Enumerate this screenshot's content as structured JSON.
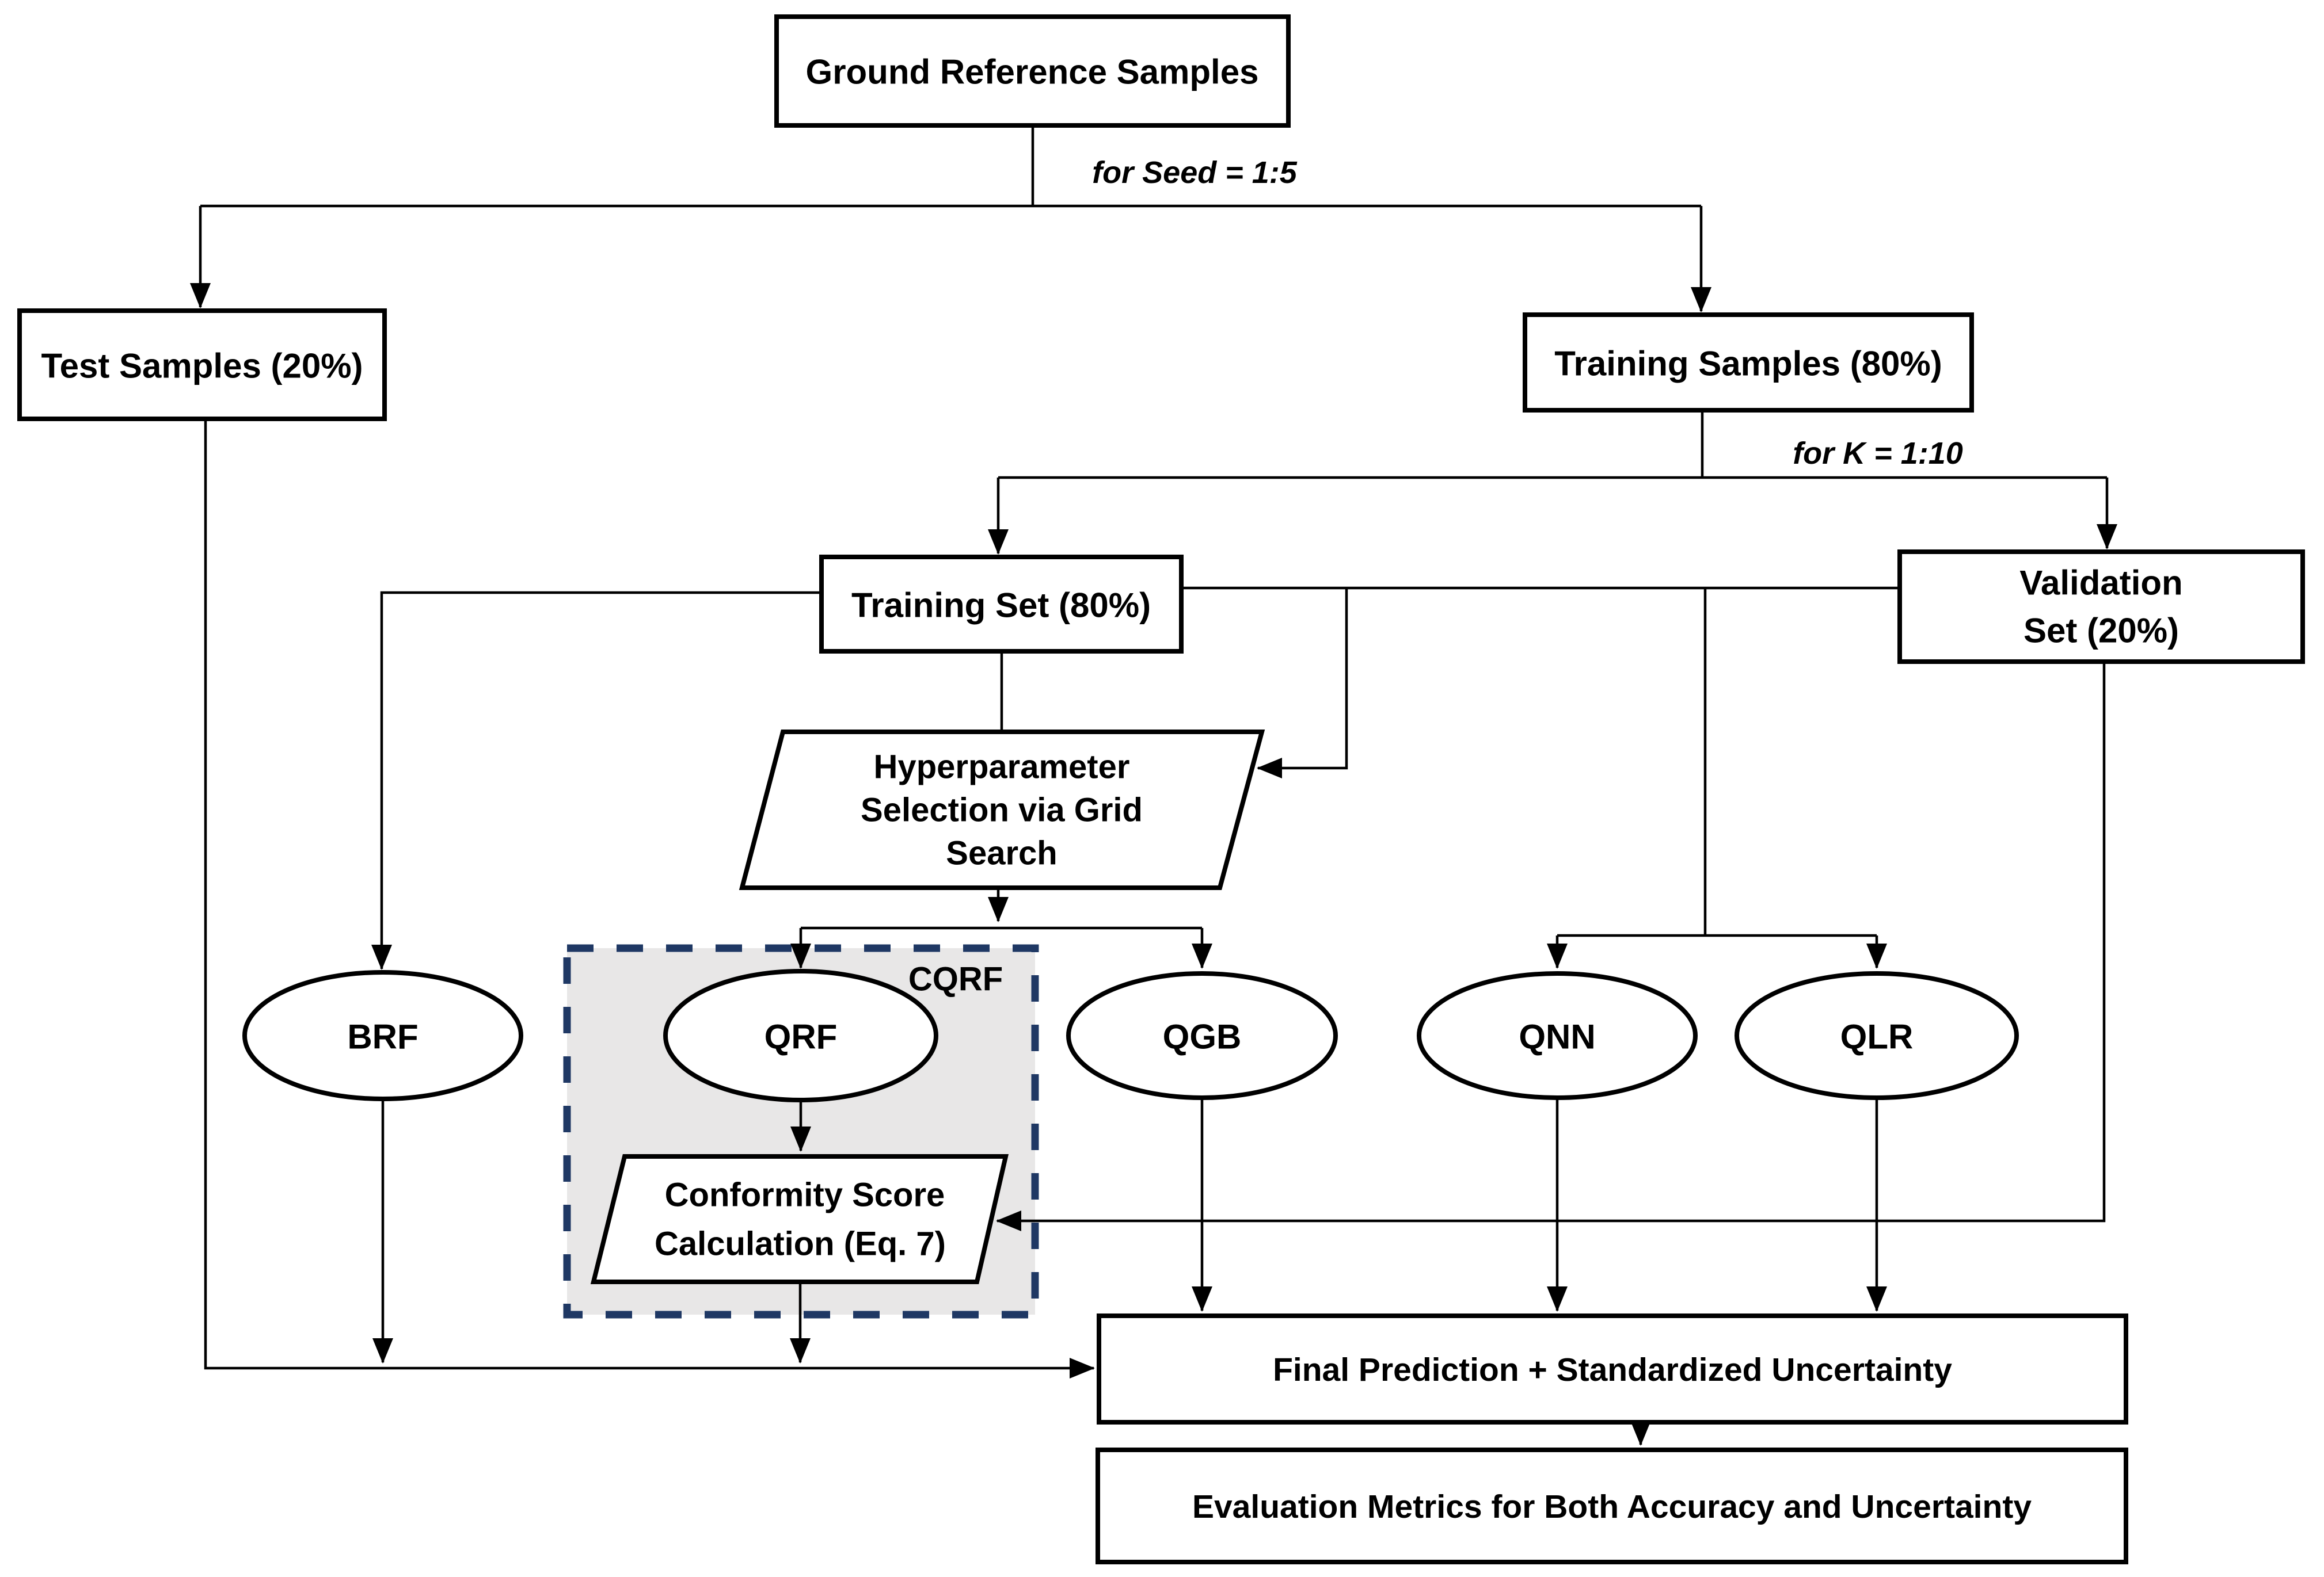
{
  "diagram": {
    "type": "flowchart",
    "nodes": {
      "ground_reference": {
        "label": "Ground Reference Samples",
        "shape": "rectangle"
      },
      "test_samples": {
        "label": "Test Samples (20%)",
        "shape": "rectangle"
      },
      "training_samples": {
        "label": "Training Samples (80%)",
        "shape": "rectangle"
      },
      "training_set": {
        "label": "Training Set (80%)",
        "shape": "rectangle"
      },
      "validation_set": {
        "lines": [
          "Validation",
          "Set (20%)"
        ],
        "shape": "rectangle"
      },
      "hyperparameter": {
        "lines": [
          "Hyperparameter",
          "Selection via Grid",
          "Search"
        ],
        "shape": "parallelogram"
      },
      "brf": {
        "label": "BRF",
        "shape": "ellipse"
      },
      "qrf": {
        "label": "QRF",
        "shape": "ellipse"
      },
      "qgb": {
        "label": "QGB",
        "shape": "ellipse"
      },
      "qnn": {
        "label": "QNN",
        "shape": "ellipse"
      },
      "qlr": {
        "label": "QLR",
        "shape": "ellipse"
      },
      "cqrf_group": {
        "label": "CQRF",
        "shape": "dashed-group-box"
      },
      "conformity": {
        "lines": [
          "Conformity Score",
          "Calculation (Eq. 7)"
        ],
        "shape": "parallelogram"
      },
      "final_prediction": {
        "label": "Final Prediction + Standardized Uncertainty",
        "shape": "rectangle"
      },
      "evaluation": {
        "label": "Evaluation Metrics for Both Accuracy and Uncertainty",
        "shape": "rectangle"
      }
    },
    "edge_labels": {
      "seed_loop": "for Seed = 1:5",
      "k_loop": "for K = 1:10"
    },
    "colors": {
      "line": "#000000",
      "text": "#000000",
      "node_fill": "#ffffff",
      "cqrf_border": "#1f3864",
      "cqrf_fill": "#e8e7e7",
      "background": "#ffffff"
    }
  }
}
